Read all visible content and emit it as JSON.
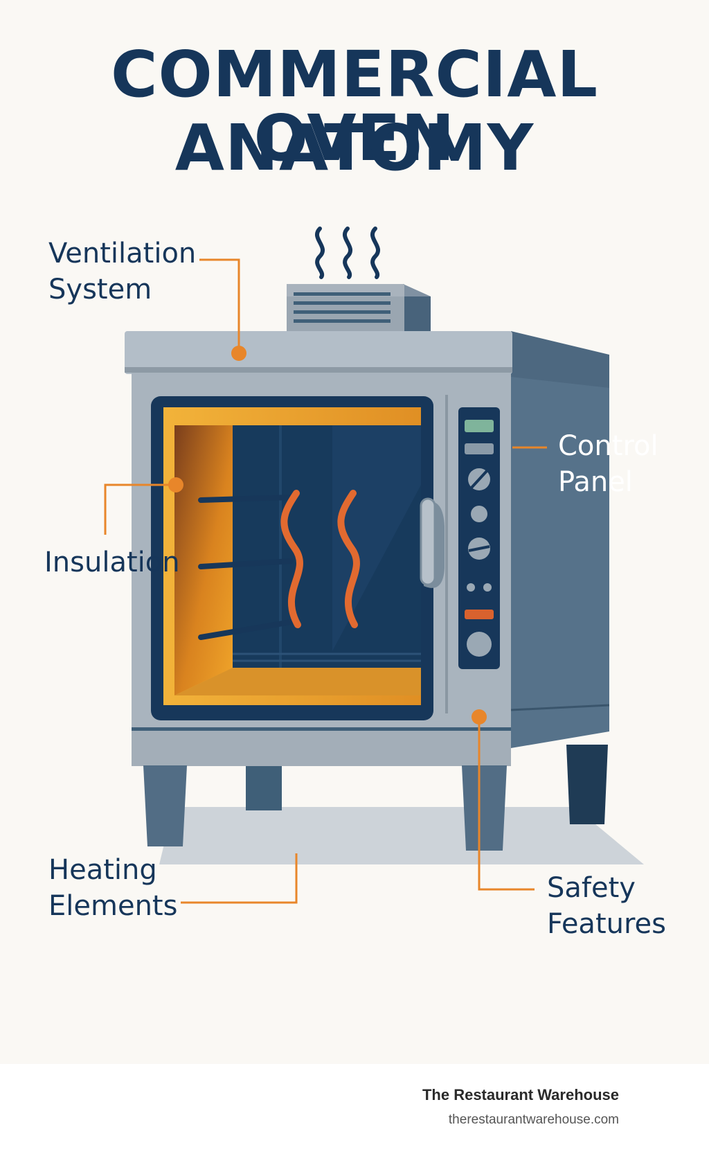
{
  "title": {
    "line1": "COMMERCIAL OVEN",
    "line2": "ANATOMY"
  },
  "labels": {
    "ventilation": [
      "Ventilation",
      "System"
    ],
    "control": [
      "Control",
      "Panel"
    ],
    "insulation": [
      "Insulation"
    ],
    "heating": [
      "Heating",
      "Elements"
    ],
    "safety": [
      "Safety",
      "Features"
    ]
  },
  "footer": {
    "brand": "The Restaurant Warehouse",
    "url": "therestaurantwarehouse.com"
  },
  "colors": {
    "title": "#16365a",
    "accent": "#e8862a",
    "steel": "#a9b4be",
    "steel_dark": "#5d7487",
    "navy": "#16365a",
    "insulation": "#f0a52a",
    "heat": "#e26a30"
  },
  "icons": [
    "steam-icon",
    "heat-wave-icon",
    "oven-illustration"
  ]
}
